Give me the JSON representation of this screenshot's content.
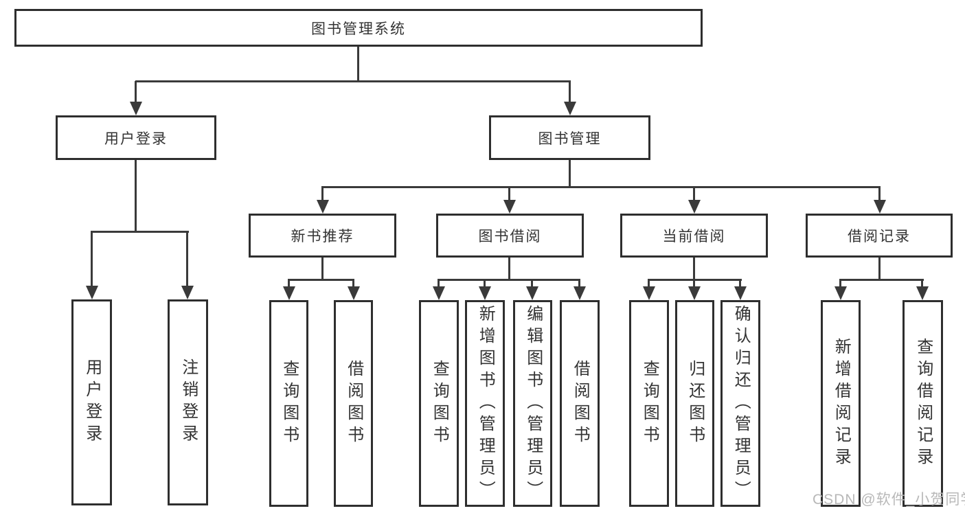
{
  "diagram_title": "图书管理系统",
  "nodes": {
    "root": "图书管理系统",
    "level2": [
      "用户登录",
      "图书管理"
    ],
    "level3": [
      "新书推荐",
      "图书借阅",
      "当前借阅",
      "借阅记录"
    ],
    "leaves": {
      "user_login": [
        "用户登录",
        "注销登录"
      ],
      "new_book": [
        "查询图书",
        "借阅图书"
      ],
      "book_borrow": [
        "查询图书",
        "新增图书（管理员）",
        "编辑图书（管理员）",
        "借阅图书"
      ],
      "current_borrow": [
        "查询图书",
        "归还图书",
        "确认归还（管理员）"
      ],
      "records": [
        "新增借阅记录",
        "查询借阅记录"
      ]
    }
  },
  "watermark": "CSDN @软件_小贺同学",
  "colors": {
    "line": "#3a3a3a",
    "box_border": "#2e2e2e",
    "text": "#333333",
    "watermark": "#b8b8b8",
    "background": "#ffffff"
  }
}
